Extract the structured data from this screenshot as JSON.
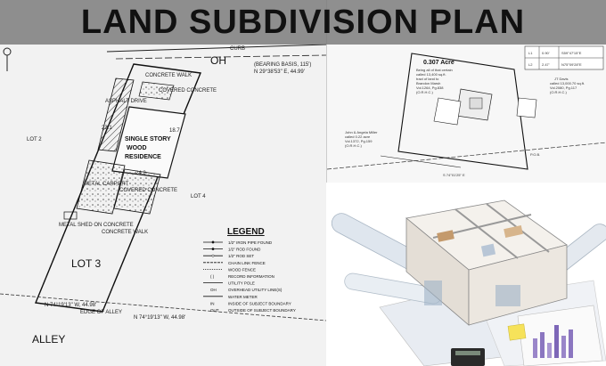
{
  "banner": {
    "title": "LAND SUBDIVISION PLAN"
  },
  "left_plan": {
    "street_top": "OH",
    "curb": "CURB",
    "bearing_basis": "(BEARING BASIS, 115')",
    "bearing_top": "N 29°38'53\" E, 44.99'",
    "concrete_walk": "CONCRETE WALK",
    "covered_concrete": "COVERED CONCRETE",
    "asphalt_drive": "ASPHALT DRIVE",
    "residence": "SINGLE STORY WOOD RESIDENCE",
    "metal_carport": "METAL CARPORT",
    "covered_concrete_2": "COVERED CONCRETE",
    "concrete_walk_2": "CONCRETE WALK",
    "metal_shed": "METAL SHED ON CONCRETE",
    "lot_2": "LOT 2",
    "lot_3": "LOT 3",
    "lot_4": "LOT 4",
    "alley": "ALLEY",
    "edge_of_alley": "EDGE OF ALLEY",
    "bearing_bottom_1": "N 74°19'13\" W, 44.98'",
    "bearing_bottom_2": "N 74°19'13\" W, 44.98'",
    "dim_242": "24.2",
    "dim_231": "23.1",
    "dim_187": "18.7",
    "legend": {
      "title": "LEGEND",
      "items": [
        "1/2\" IRON PIPE FOUND",
        "1/2\" ROD FOUND",
        "1/2\" ROD SET",
        "CHAIN LINK FENCE",
        "WOOD FENCE",
        "RECORD INFORMATION",
        "UTILITY POLE",
        "OVERHEAD UTILITY LINE(S)",
        "WATER METER",
        "INSIDE OF SUBJECT BOUNDARY",
        "OUTSIDE OF SUBJECT BOUNDARY"
      ],
      "symbols": [
        "",
        "",
        "",
        "",
        "",
        "( )",
        "",
        "OH",
        "",
        "IN",
        "OUT"
      ]
    }
  },
  "right_plan": {
    "acreage": "0.307 Acre",
    "desc_1": "Being all of that certain",
    "desc_2": "called 13,400 sq.ft.",
    "desc_3": "tract of land to",
    "desc_4": "Brandon Marsh",
    "desc_5": "Vol.1264, Pg.838",
    "desc_6": "(O.R.H.C.)",
    "owner_left_1": "John & Angela Miller",
    "owner_left_2": "called 0.22 acre",
    "owner_left_3": "Vol.1372, Pg.159",
    "owner_left_4": "(O.R.H.C.)",
    "owner_right_1": "JT Davis",
    "owner_right_2": "called 13,000.70 sq.ft.",
    "owner_right_3": "Vol.2080, Pg.117",
    "owner_right_4": "(O.R.H.C.)",
    "table_rows": [
      {
        "id": "L1",
        "dist": "0.90'",
        "bearing": "S59°47'15\"E"
      },
      {
        "id": "L2",
        "dist": "2.47'",
        "bearing": "N75°09'28\"E"
      }
    ],
    "pob": "P.O.B.",
    "bearing_bottom": "S 74°01'25\" E"
  },
  "photo": {
    "description_icons": [
      "floorplan-model-icon",
      "blueprint-roll-icon",
      "bar-chart-paper-icon",
      "calculator-icon"
    ]
  }
}
